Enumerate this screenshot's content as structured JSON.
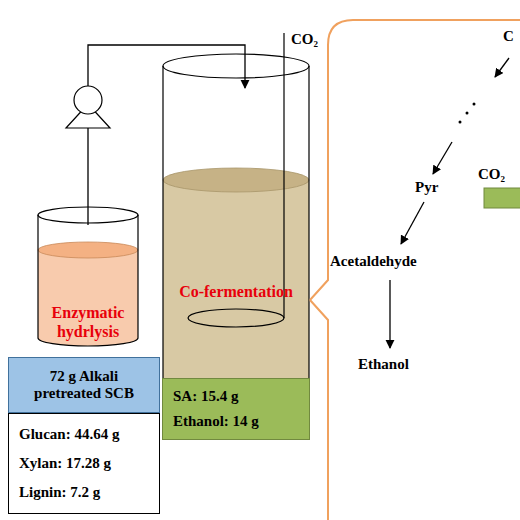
{
  "diagram": {
    "nodes": [
      {
        "text": [
          "Enzymatic hydrlysis"
        ]
      },
      {
        "text": [
          "Co-fermentation"
        ]
      },
      {
        "text": [
          "72 g Alkali pretreated SCB"
        ]
      },
      {
        "text": [
          "Glucan: 44.64 g",
          "Xylan: 17.28 g",
          "Lignin: 7.2 g"
        ]
      },
      {
        "text": [
          "SA: 15.4 g",
          "Ethanol: 14 g"
        ]
      }
    ],
    "edges": [
      {
        "from": 0,
        "to": 1,
        "arrow": "to"
      }
    ],
    "labels": [
      "CO₂",
      "C",
      "Pyr",
      "CO₂",
      "Acetaldehyde",
      "Ethanol"
    ]
  }
}
